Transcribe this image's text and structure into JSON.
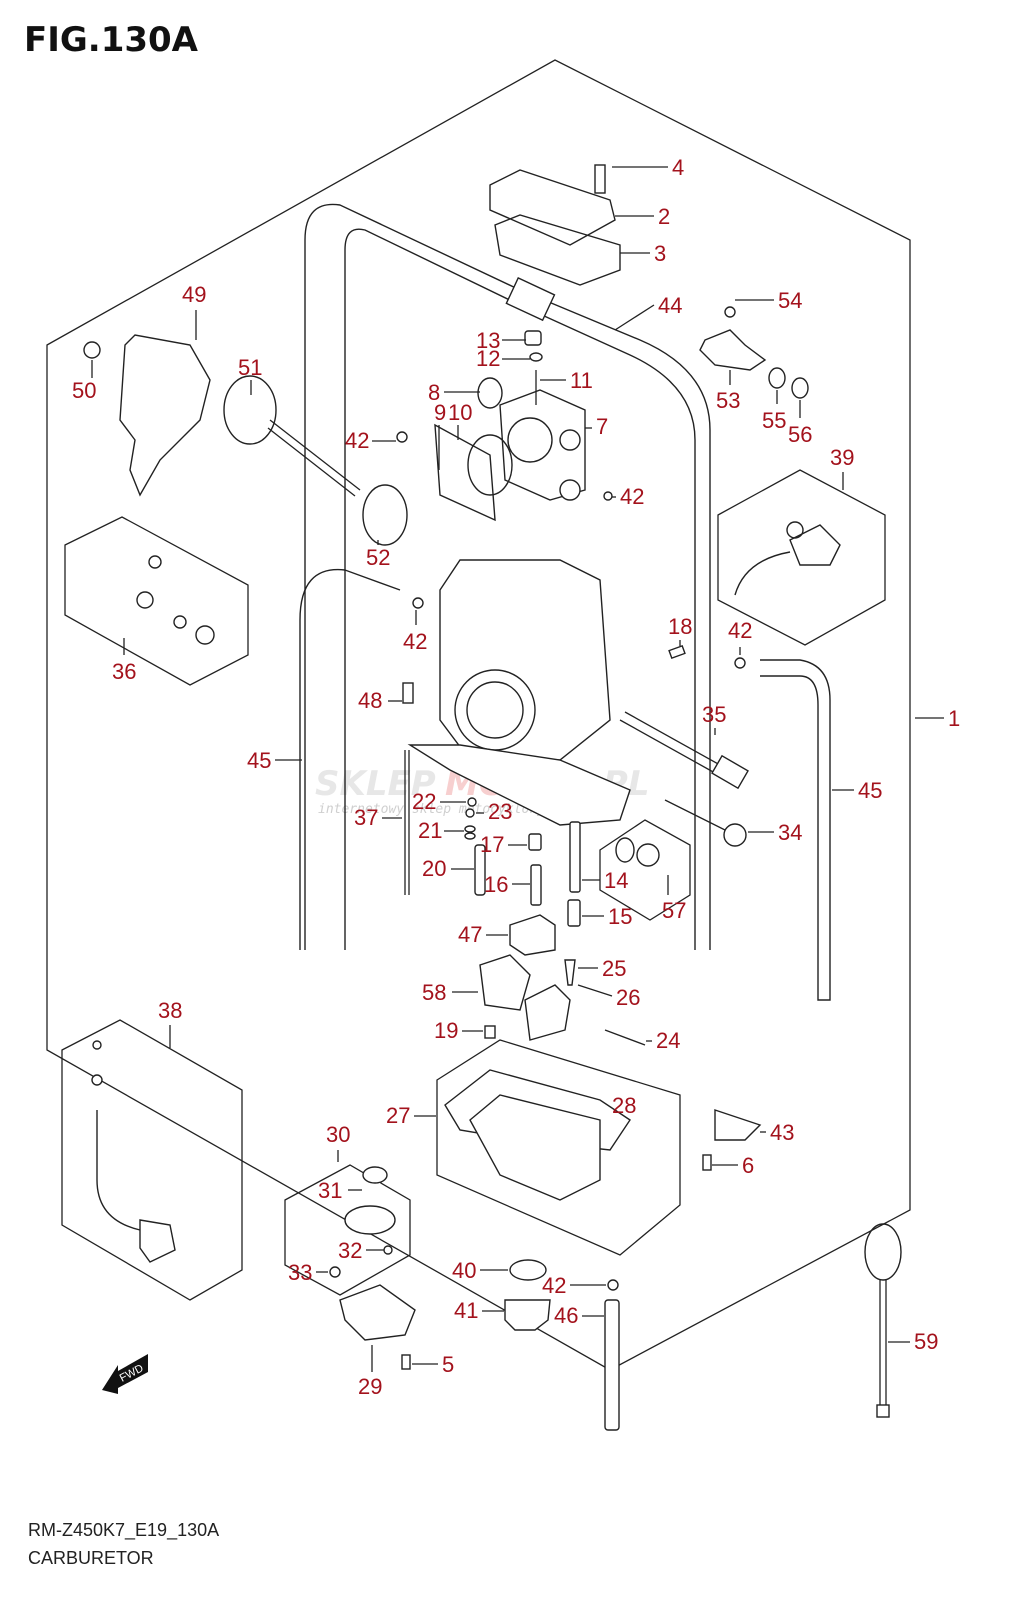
{
  "figure": {
    "title": "FIG.130A",
    "model_code": "RM-Z450K7_E19_130A",
    "section_name": "CARBURETOR"
  },
  "watermark": {
    "main_left": "SKLEP",
    "main_red": "MOTO",
    "main_right": ".PL",
    "sub": "internetowy sklep motocyklowy"
  },
  "fwd_arrow": {
    "label": "FWD",
    "icon": "fwd-arrow-icon"
  },
  "callouts": [
    {
      "id": "p4",
      "num": "4"
    },
    {
      "id": "p2",
      "num": "2"
    },
    {
      "id": "p3",
      "num": "3"
    },
    {
      "id": "p44",
      "num": "44"
    },
    {
      "id": "p54",
      "num": "54"
    },
    {
      "id": "p49",
      "num": "49"
    },
    {
      "id": "p13",
      "num": "13"
    },
    {
      "id": "p12",
      "num": "12"
    },
    {
      "id": "p11",
      "num": "11"
    },
    {
      "id": "p50",
      "num": "50"
    },
    {
      "id": "p51",
      "num": "51"
    },
    {
      "id": "p8",
      "num": "8"
    },
    {
      "id": "p9",
      "num": "9"
    },
    {
      "id": "p10",
      "num": "10"
    },
    {
      "id": "p53",
      "num": "53"
    },
    {
      "id": "p55",
      "num": "55"
    },
    {
      "id": "p56",
      "num": "56"
    },
    {
      "id": "p42a",
      "num": "42"
    },
    {
      "id": "p7",
      "num": "7"
    },
    {
      "id": "p39",
      "num": "39"
    },
    {
      "id": "p42b",
      "num": "42"
    },
    {
      "id": "p52",
      "num": "52"
    },
    {
      "id": "p36",
      "num": "36"
    },
    {
      "id": "p42c",
      "num": "42"
    },
    {
      "id": "p18",
      "num": "18"
    },
    {
      "id": "p42d",
      "num": "42"
    },
    {
      "id": "p48",
      "num": "48"
    },
    {
      "id": "p35",
      "num": "35"
    },
    {
      "id": "p1",
      "num": "1"
    },
    {
      "id": "p45a",
      "num": "45"
    },
    {
      "id": "p45b",
      "num": "45"
    },
    {
      "id": "p22",
      "num": "22"
    },
    {
      "id": "p23",
      "num": "23"
    },
    {
      "id": "p37",
      "num": "37"
    },
    {
      "id": "p21",
      "num": "21"
    },
    {
      "id": "p17",
      "num": "17"
    },
    {
      "id": "p34",
      "num": "34"
    },
    {
      "id": "p20",
      "num": "20"
    },
    {
      "id": "p16",
      "num": "16"
    },
    {
      "id": "p14",
      "num": "14"
    },
    {
      "id": "p57",
      "num": "57"
    },
    {
      "id": "p15",
      "num": "15"
    },
    {
      "id": "p47",
      "num": "47"
    },
    {
      "id": "p25",
      "num": "25"
    },
    {
      "id": "p58",
      "num": "58"
    },
    {
      "id": "p26",
      "num": "26"
    },
    {
      "id": "p38",
      "num": "38"
    },
    {
      "id": "p19",
      "num": "19"
    },
    {
      "id": "p24",
      "num": "24"
    },
    {
      "id": "p27",
      "num": "27"
    },
    {
      "id": "p28",
      "num": "28"
    },
    {
      "id": "p43",
      "num": "43"
    },
    {
      "id": "p30",
      "num": "30"
    },
    {
      "id": "p6",
      "num": "6"
    },
    {
      "id": "p31",
      "num": "31"
    },
    {
      "id": "p32",
      "num": "32"
    },
    {
      "id": "p33",
      "num": "33"
    },
    {
      "id": "p40",
      "num": "40"
    },
    {
      "id": "p42e",
      "num": "42"
    },
    {
      "id": "p41",
      "num": "41"
    },
    {
      "id": "p46",
      "num": "46"
    },
    {
      "id": "p59",
      "num": "59"
    },
    {
      "id": "p5",
      "num": "5"
    },
    {
      "id": "p29",
      "num": "29"
    }
  ],
  "colors": {
    "callout": "#a3121c",
    "line": "#222222"
  }
}
